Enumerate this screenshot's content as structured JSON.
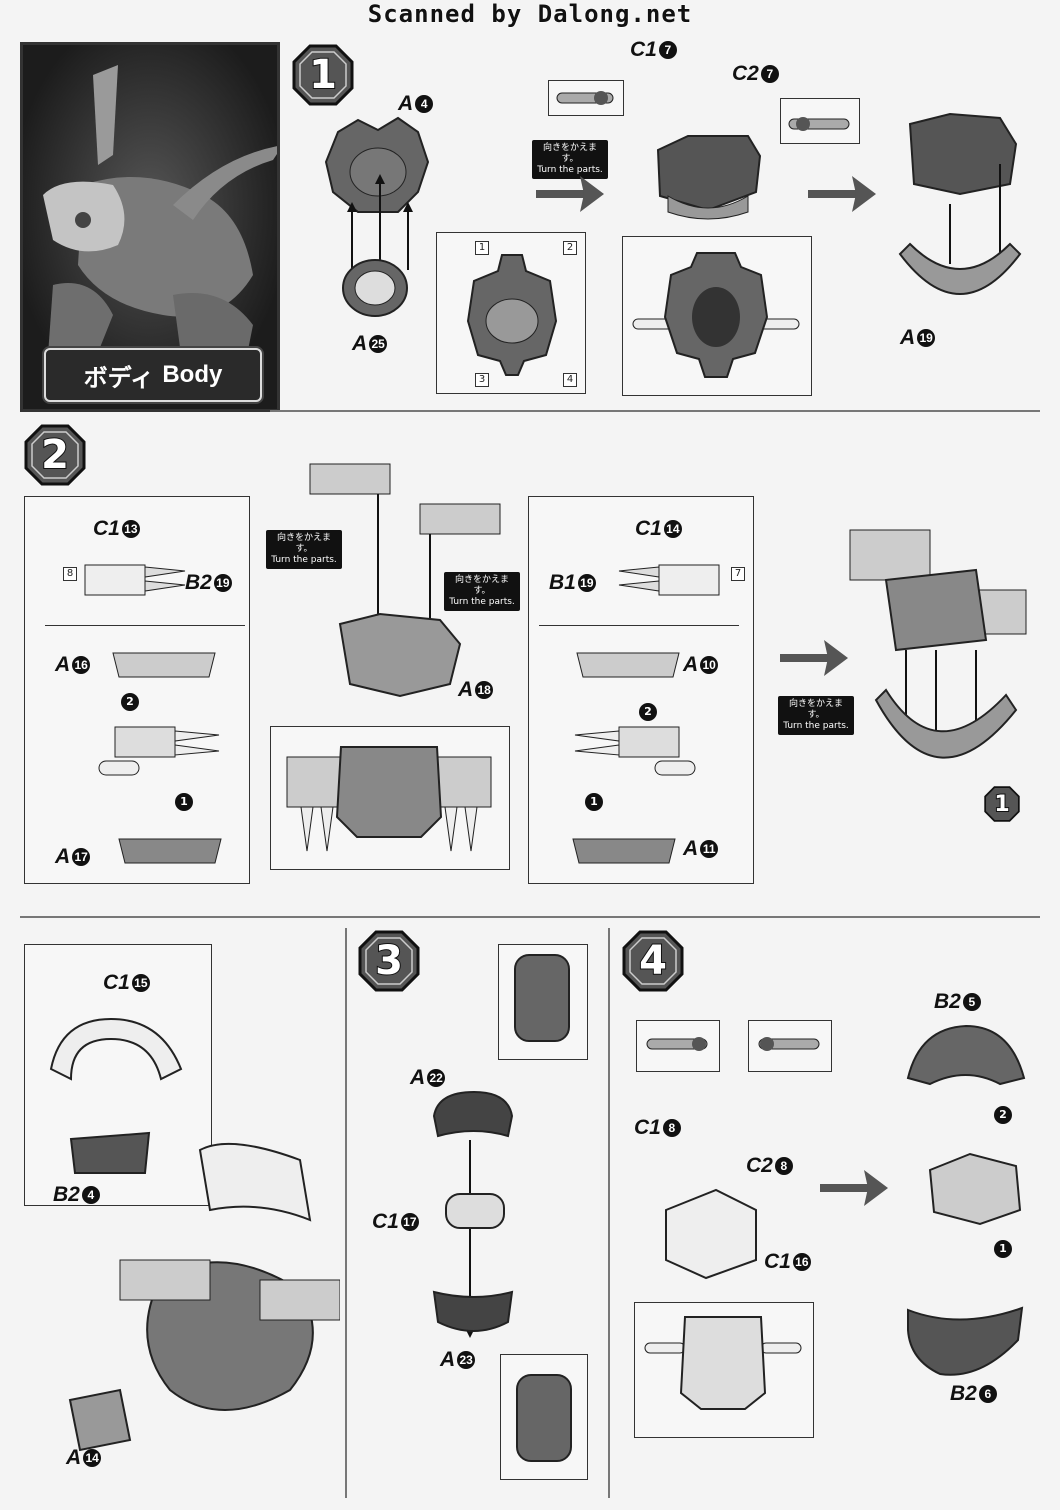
{
  "watermark": "Scanned by Dalong.net",
  "hero": {
    "jp": "ボディ",
    "en": "Body"
  },
  "turn": {
    "jp": "向きをかえます。",
    "en": "Turn the parts."
  },
  "steps": [
    "1",
    "2",
    "3",
    "4"
  ],
  "step1": {
    "a4": {
      "letter": "A",
      "num": "4"
    },
    "a25": {
      "letter": "A",
      "num": "25"
    },
    "c1_7": {
      "letter": "C1",
      "num": "7"
    },
    "c2_7": {
      "letter": "C2",
      "num": "7"
    },
    "a19": {
      "letter": "A",
      "num": "19"
    },
    "refs": [
      "1",
      "2",
      "3",
      "4"
    ]
  },
  "step2": {
    "c1_13": {
      "letter": "C1",
      "num": "13"
    },
    "b2_19": {
      "letter": "B2",
      "num": "19"
    },
    "a16": {
      "letter": "A",
      "num": "16"
    },
    "a17": {
      "letter": "A",
      "num": "17"
    },
    "a18": {
      "letter": "A",
      "num": "18"
    },
    "c1_14": {
      "letter": "C1",
      "num": "14"
    },
    "b1_19": {
      "letter": "B1",
      "num": "19"
    },
    "a10": {
      "letter": "A",
      "num": "10"
    },
    "a11": {
      "letter": "A",
      "num": "11"
    },
    "ref8": "8",
    "ref7": "7",
    "order1": "1",
    "order2": "2",
    "back_ref": "1"
  },
  "step2b": {
    "c1_15": {
      "letter": "C1",
      "num": "15"
    },
    "b2_4": {
      "letter": "B2",
      "num": "4"
    },
    "a14": {
      "letter": "A",
      "num": "14"
    }
  },
  "step3": {
    "a22": {
      "letter": "A",
      "num": "22"
    },
    "c1_17": {
      "letter": "C1",
      "num": "17"
    },
    "a23": {
      "letter": "A",
      "num": "23"
    }
  },
  "step4": {
    "c1_8": {
      "letter": "C1",
      "num": "8"
    },
    "c2_8": {
      "letter": "C2",
      "num": "8"
    },
    "c1_16": {
      "letter": "C1",
      "num": "16"
    },
    "b2_5": {
      "letter": "B2",
      "num": "5"
    },
    "b2_6": {
      "letter": "B2",
      "num": "6"
    },
    "order1": "1",
    "order2": "2"
  }
}
